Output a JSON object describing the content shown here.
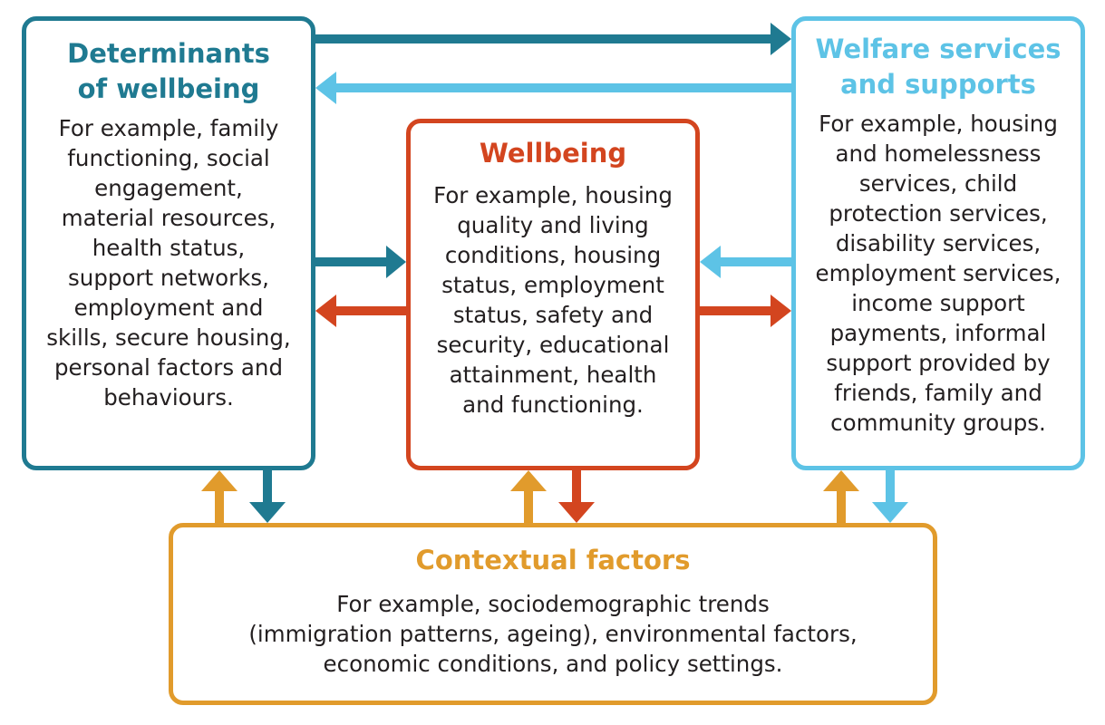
{
  "determinants": {
    "title": "Determinants\nof wellbeing",
    "body": "For example, family\nfunctioning, social\nengagement,\nmaterial resources,\nhealth status,\nsupport networks,\nemployment and\nskills, secure housing,\npersonal factors and\nbehaviours."
  },
  "welfare": {
    "title": "Welfare services\nand supports",
    "body": "For example, housing\nand homelessness\nservices, child\nprotection services,\ndisability services,\nemployment services,\nincome support\npayments, informal\nsupport provided by\nfriends, family and\ncommunity groups."
  },
  "wellbeing": {
    "title": "Wellbeing",
    "body": "For example, housing\nquality and living\nconditions, housing\nstatus, employment\nstatus, safety and\nsecurity, educational\nattainment, health\nand functioning."
  },
  "contextual": {
    "title": "Contextual factors",
    "body": "For example, sociodemographic trends\n(immigration patterns, ageing), environmental factors,\neconomic conditions, and policy settings."
  },
  "colors": {
    "determinants": "#1f7a91",
    "welfare": "#5dc3e6",
    "wellbeing": "#d3451f",
    "contextual": "#e19b2c"
  }
}
